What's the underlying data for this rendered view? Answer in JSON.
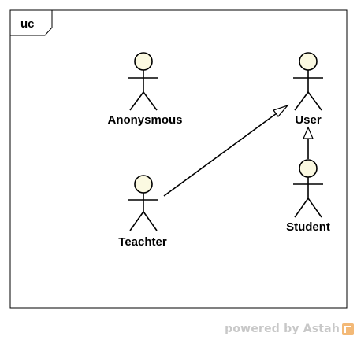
{
  "diagram": {
    "frame_label": "uc",
    "actors": {
      "anonymous": "Anonysmous",
      "user": "User",
      "teacher": "Teachter",
      "student": "Student"
    }
  },
  "watermark": {
    "text": "powered by Astah"
  },
  "colors": {
    "actor_head_fill": "#fbf9e1",
    "line": "#000000",
    "watermark_text": "#c8c8c8",
    "watermark_logo": "#f3b977"
  }
}
